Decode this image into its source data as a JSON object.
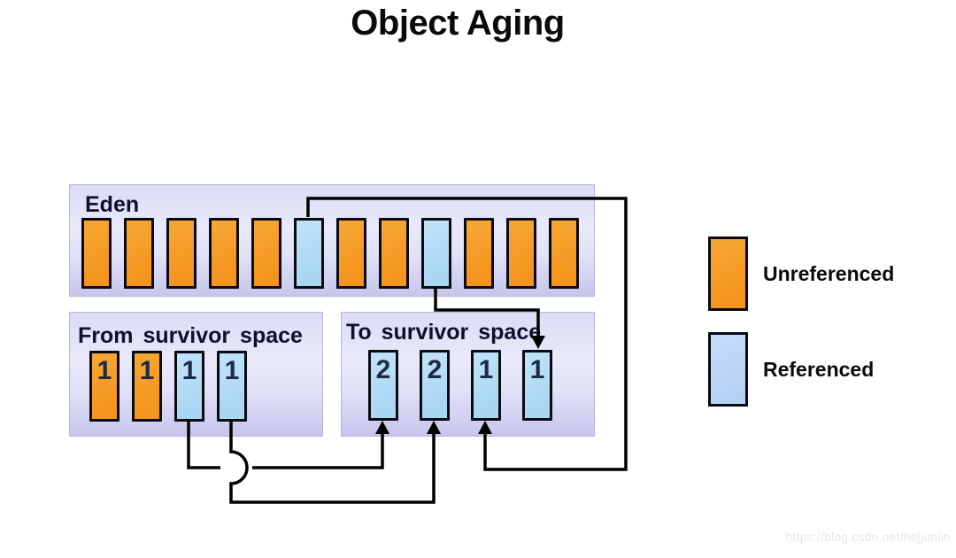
{
  "title": "Object Aging",
  "watermark": "https://blog.csdn.net/hejjunlin",
  "colors": {
    "unreferenced": "#F3941D",
    "referenced": "#A9D6F1",
    "legend_referenced": "#B5D2F5",
    "box_border": "#B6B6DD",
    "bar_border": "#0A0A14",
    "line": "#000000"
  },
  "eden": {
    "label": "Eden",
    "bars": [
      "unreferenced",
      "unreferenced",
      "unreferenced",
      "unreferenced",
      "unreferenced",
      "referenced",
      "unreferenced",
      "unreferenced",
      "referenced",
      "unreferenced",
      "unreferenced",
      "unreferenced"
    ]
  },
  "from_survivor": {
    "label": "From survivor space",
    "bars": [
      {
        "age": "1",
        "type": "unreferenced"
      },
      {
        "age": "1",
        "type": "unreferenced"
      },
      {
        "age": "1",
        "type": "referenced"
      },
      {
        "age": "1",
        "type": "referenced"
      }
    ]
  },
  "to_survivor": {
    "label": "To survivor space",
    "bars": [
      {
        "age": "2",
        "type": "referenced"
      },
      {
        "age": "2",
        "type": "referenced"
      },
      {
        "age": "1",
        "type": "referenced"
      },
      {
        "age": "1",
        "type": "referenced"
      }
    ]
  },
  "legend": {
    "items": [
      {
        "label": "Unreferenced",
        "type": "unreferenced"
      },
      {
        "label": "Referenced",
        "type": "referenced"
      }
    ]
  }
}
